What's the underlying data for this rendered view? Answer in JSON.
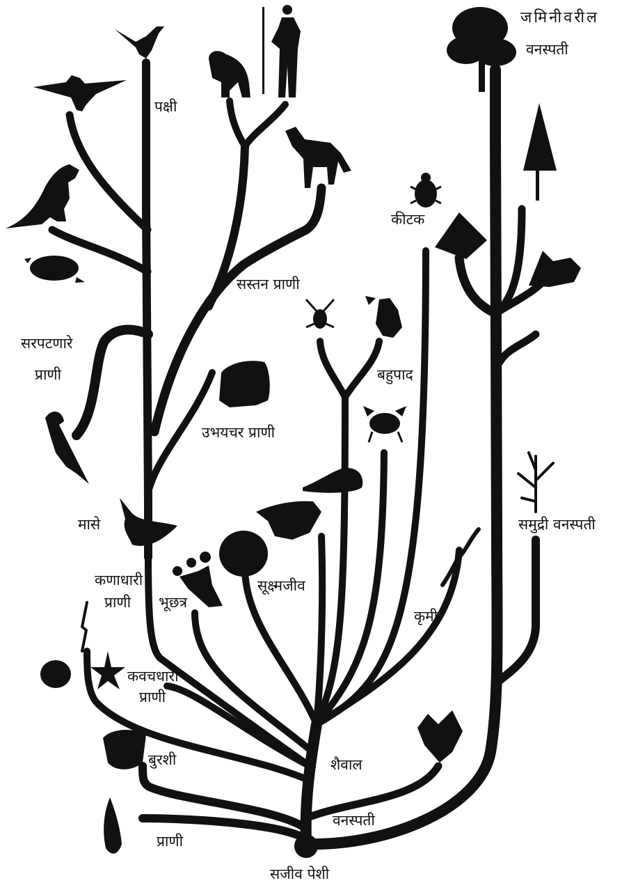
{
  "labels": {
    "living_cell": "सजीव पेशी",
    "animals": "प्राणी",
    "plants": "वनस्पती",
    "algae": "शैवाल",
    "fungi": "बुरशी",
    "coelenterates_1": "कवचधारी",
    "coelenterates_2": "प्राणी",
    "protozoa_1": "कणाधारी",
    "protozoa_2": "प्राणी",
    "mushroom": "भूछत्र",
    "microbes": "सूक्ष्मजीव",
    "worms": "कृमी",
    "fish": "मासे",
    "amphibians": "उभयचर प्राणी",
    "reptiles_1": "सरपटणारे",
    "reptiles_2": "प्राणी",
    "mammals": "सस्तन प्राणी",
    "birds": "पक्षी",
    "arthropods": "बहुपाद",
    "insects": "कीटक",
    "sea_plants": "समुद्री वनस्पती",
    "land_plants_1": "जमिनीवरील",
    "land_plants_2": "वनस्पती"
  },
  "colors": {
    "ink": "#111111",
    "background": "#ffffff"
  },
  "icons": [
    "bird-icon",
    "pterosaur-icon",
    "dinosaur-icon",
    "turtle-icon",
    "gorilla-icon",
    "human-icon",
    "zebra-icon",
    "frog-icon",
    "seahorse-icon",
    "fish-icon",
    "spider-icon",
    "scorpion-icon",
    "crab-icon",
    "snail-icon",
    "shell-icon",
    "sea-urchin-icon",
    "mushroom-icon",
    "worm-icon",
    "beetle-icon",
    "tree-icon",
    "conifer-icon",
    "fern-icon",
    "moss-icon",
    "seaweed-icon",
    "starfish-icon",
    "sponge-icon",
    "coral-icon",
    "algae-icon",
    "paramecium-icon",
    "amoeba-icon"
  ]
}
